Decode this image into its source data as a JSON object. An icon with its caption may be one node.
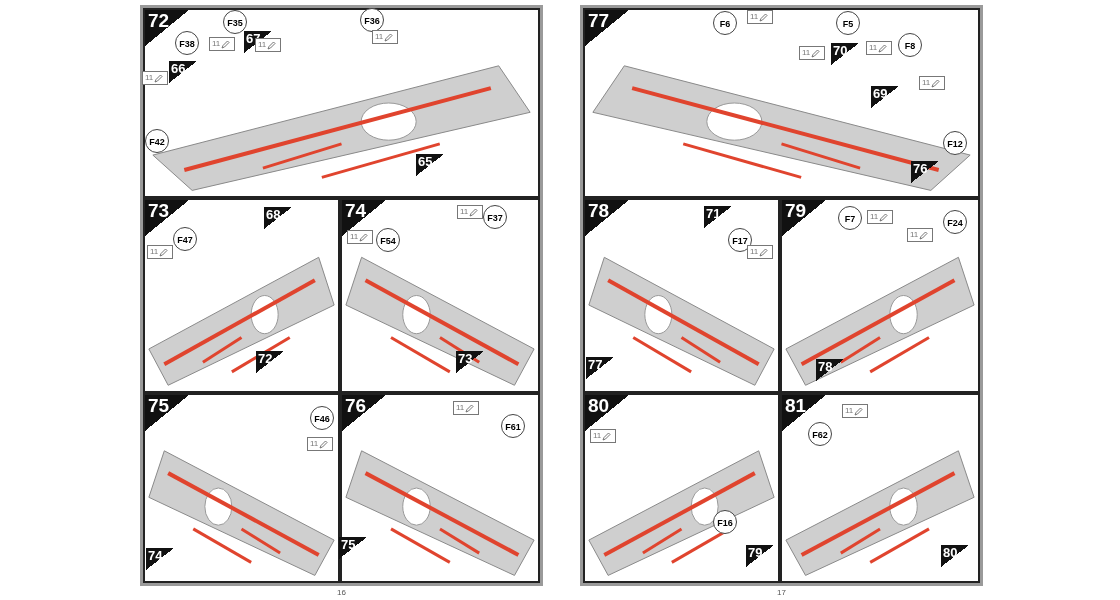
{
  "diagram": {
    "nodes": [
      {
        "text": [
          "72"
        ]
      },
      {
        "text": [
          "F35"
        ],
        "in": 0
      },
      {
        "text": [
          "F36"
        ],
        "in": 0
      },
      {
        "text": [
          "11"
        ],
        "in": 0
      },
      {
        "text": [
          "67"
        ],
        "in": 0
      },
      {
        "text": [
          "11"
        ],
        "in": 0
      },
      {
        "text": [
          "F38"
        ],
        "in": 0
      },
      {
        "text": [
          "11"
        ],
        "in": 0
      },
      {
        "text": [
          "66"
        ],
        "in": 0
      },
      {
        "text": [
          "11"
        ],
        "in": 0
      },
      {
        "text": [
          "F42"
        ],
        "in": 0
      },
      {
        "text": [
          "65"
        ],
        "in": 0
      },
      {
        "text": [
          "73"
        ]
      },
      {
        "text": [
          "F47"
        ],
        "in": 12
      },
      {
        "text": [
          "11"
        ],
        "in": 12
      },
      {
        "text": [
          "68"
        ],
        "in": 12
      },
      {
        "text": [
          "72"
        ],
        "in": 12
      },
      {
        "text": [
          "74"
        ]
      },
      {
        "text": [
          "11"
        ],
        "in": 17
      },
      {
        "text": [
          "F37"
        ],
        "in": 17
      },
      {
        "text": [
          "11"
        ],
        "in": 17
      },
      {
        "text": [
          "F54"
        ],
        "in": 17
      },
      {
        "text": [
          "73"
        ],
        "in": 17
      },
      {
        "text": [
          "75"
        ]
      },
      {
        "text": [
          "F46"
        ],
        "in": 23
      },
      {
        "text": [
          "11"
        ],
        "in": 23
      },
      {
        "text": [
          "74"
        ],
        "in": 23
      },
      {
        "text": [
          "76"
        ]
      },
      {
        "text": [
          "11"
        ],
        "in": 27
      },
      {
        "text": [
          "F61"
        ],
        "in": 27
      },
      {
        "text": [
          "75"
        ],
        "in": 27
      },
      {
        "text": [
          "77"
        ]
      },
      {
        "text": [
          "11"
        ],
        "in": 31
      },
      {
        "text": [
          "F6"
        ],
        "in": 31
      },
      {
        "text": [
          "F5"
        ],
        "in": 31
      },
      {
        "text": [
          "11"
        ],
        "in": 31
      },
      {
        "text": [
          "70"
        ],
        "in": 31
      },
      {
        "text": [
          "11"
        ],
        "in": 31
      },
      {
        "text": [
          "F8"
        ],
        "in": 31
      },
      {
        "text": [
          "11"
        ],
        "in": 31
      },
      {
        "text": [
          "69"
        ],
        "in": 31
      },
      {
        "text": [
          "F12"
        ],
        "in": 31
      },
      {
        "text": [
          "76"
        ],
        "in": 31
      },
      {
        "text": [
          "78"
        ]
      },
      {
        "text": [
          "71"
        ],
        "in": 43
      },
      {
        "text": [
          "F17"
        ],
        "in": 43
      },
      {
        "text": [
          "11"
        ],
        "in": 43
      },
      {
        "text": [
          "77"
        ],
        "in": 43
      },
      {
        "text": [
          "79"
        ]
      },
      {
        "text": [
          "F7"
        ],
        "in": 48
      },
      {
        "text": [
          "11"
        ],
        "in": 48
      },
      {
        "text": [
          "F24"
        ],
        "in": 48
      },
      {
        "text": [
          "11"
        ],
        "in": 48
      },
      {
        "text": [
          "78"
        ],
        "in": 48
      },
      {
        "text": [
          "80"
        ]
      },
      {
        "text": [
          "11"
        ],
        "in": 54
      },
      {
        "text": [
          "F16"
        ],
        "in": 54
      },
      {
        "text": [
          "79"
        ],
        "in": 54
      },
      {
        "text": [
          "81"
        ]
      },
      {
        "text": [
          "11"
        ],
        "in": 58
      },
      {
        "text": [
          "F62"
        ],
        "in": 58
      },
      {
        "text": [
          "80"
        ],
        "in": 58
      }
    ],
    "labels": [
      "16",
      "17"
    ]
  }
}
